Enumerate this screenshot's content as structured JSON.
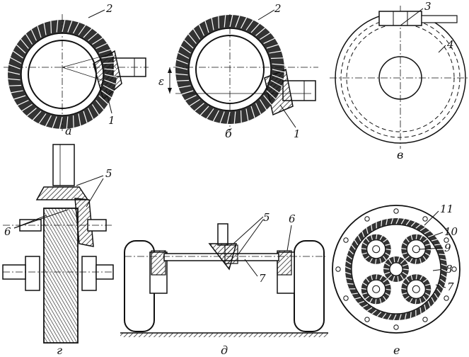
{
  "panels": [
    {
      "id": "a",
      "caption": "а",
      "labels": [
        "1",
        "2"
      ]
    },
    {
      "id": "b",
      "caption": "б",
      "labels": [
        "1",
        "2"
      ]
    },
    {
      "id": "v",
      "caption": "в",
      "labels": [
        "3",
        "4"
      ]
    },
    {
      "id": "g",
      "caption": "г",
      "labels": [
        "5",
        "6"
      ]
    },
    {
      "id": "d",
      "caption": "д",
      "labels": [
        "5",
        "6",
        "7"
      ]
    },
    {
      "id": "e",
      "caption": "е",
      "labels": [
        "7",
        "8",
        "9",
        "10",
        "11"
      ]
    }
  ],
  "offset_symbol": "ε",
  "colors": {
    "ink": "#111111",
    "paper": "#ffffff"
  }
}
